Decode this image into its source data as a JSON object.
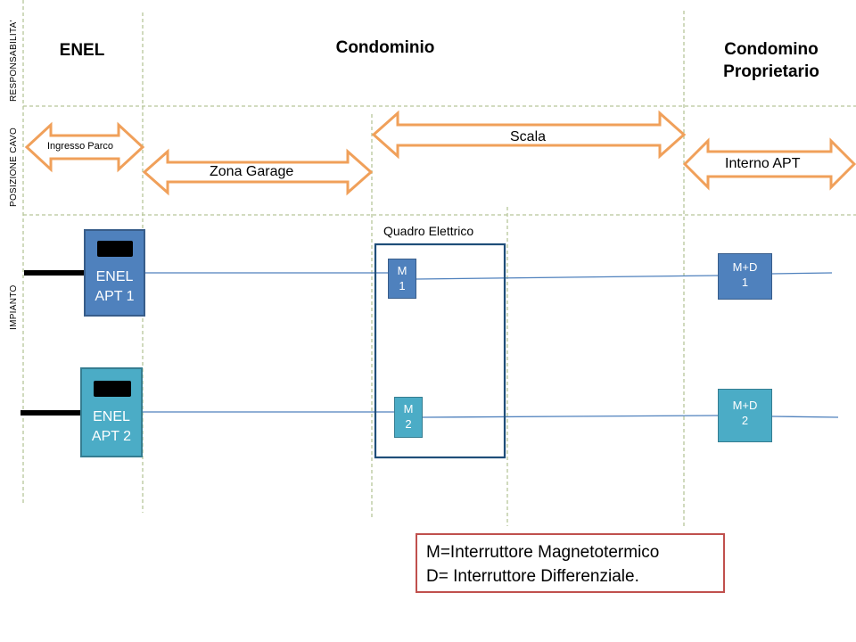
{
  "row_labels": {
    "responsabilita": "RESPONSABILITA'",
    "posizione_cavo": "POSIZIONE CAVO",
    "impianto": "IMPIANTO"
  },
  "headers": {
    "enel": "ENEL",
    "condominio": "Condominio",
    "condomino_line1": "Condomino",
    "condomino_line2": "Proprietario"
  },
  "arrows": {
    "ingresso_parco": "Ingresso Parco",
    "zona_garage": "Zona Garage",
    "scala": "Scala",
    "interno_apt": "Interno APT"
  },
  "meters": {
    "apt1_line1": "ENEL",
    "apt1_line2": "APT 1",
    "apt2_line1": "ENEL",
    "apt2_line2": "APT 2"
  },
  "panel": {
    "title": "Quadro Elettrico",
    "m1_line1": "M",
    "m1_line2": "1",
    "m2_line1": "M",
    "m2_line2": "2"
  },
  "apartment": {
    "md1_line1": "M+D",
    "md1_line2": "1",
    "md2_line1": "M+D",
    "md2_line2": "2"
  },
  "legend": {
    "line1": "M=Interruttore Magnetotermico",
    "line2": "D= Interruttore Differenziale."
  },
  "colors": {
    "grid_line": "#b7c59a",
    "arrow_outline": "#f0a05a",
    "apt1_box": "#4f81bd",
    "apt2_box": "#4bacc6",
    "panel_border": "#1f4e79",
    "wire": "#4f81bd",
    "legend_border": "#c0504d"
  }
}
